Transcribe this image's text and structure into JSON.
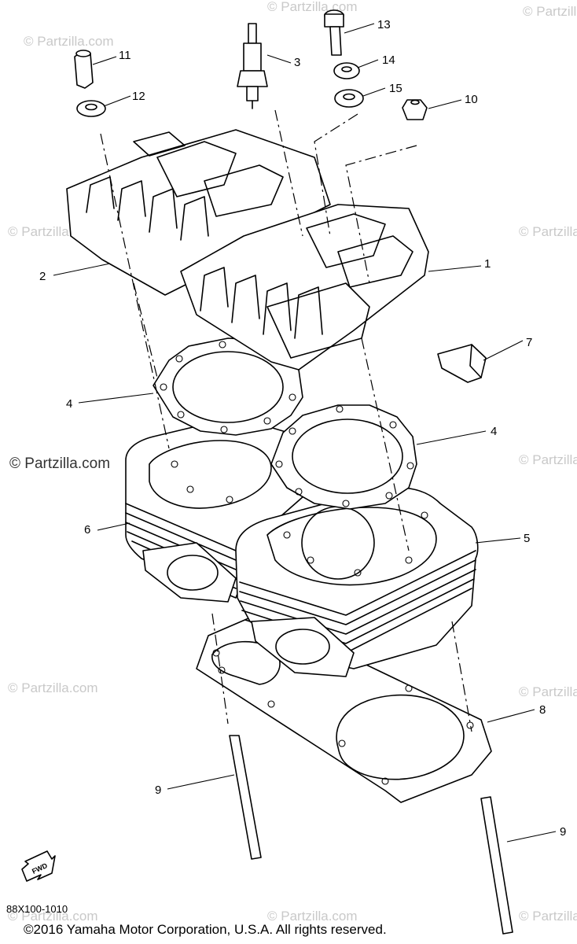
{
  "diagram": {
    "part_code": "88X100-1010",
    "copyright": "©2016 Yamaha Motor Corporation, U.S.A. All rights reserved.",
    "watermark": "© Partzilla.com",
    "fwd_label": "FWD",
    "callouts": [
      "1",
      "2",
      "3",
      "4",
      "4",
      "5",
      "6",
      "7",
      "8",
      "9",
      "9",
      "10",
      "11",
      "12",
      "13",
      "14",
      "15"
    ]
  }
}
